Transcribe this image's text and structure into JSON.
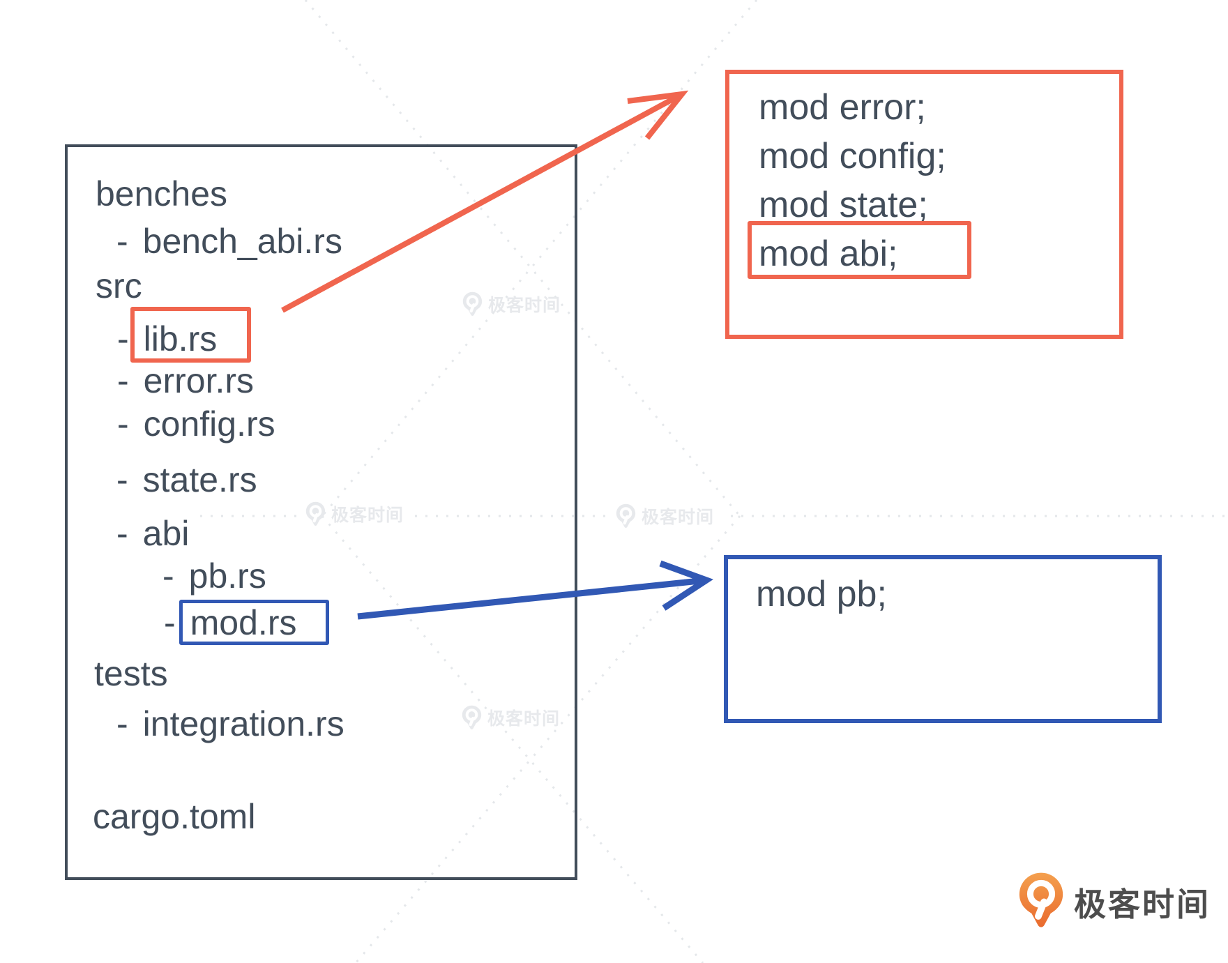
{
  "file_tree": {
    "items": [
      {
        "prefix": "",
        "name": "benches",
        "highlight": null
      },
      {
        "prefix": "-",
        "name": "bench_abi.rs",
        "highlight": null
      },
      {
        "prefix": "",
        "name": "src",
        "highlight": null
      },
      {
        "prefix": "-",
        "name": "lib.rs",
        "highlight": "orange"
      },
      {
        "prefix": "-",
        "name": "error.rs",
        "highlight": null
      },
      {
        "prefix": "-",
        "name": "config.rs",
        "highlight": null
      },
      {
        "prefix": "-",
        "name": "state.rs",
        "highlight": null
      },
      {
        "prefix": "-",
        "name": "abi",
        "highlight": null
      },
      {
        "prefix": "-",
        "name": "pb.rs",
        "highlight": null
      },
      {
        "prefix": "-",
        "name": "mod.rs",
        "highlight": "blue"
      },
      {
        "prefix": "",
        "name": "tests",
        "highlight": null
      },
      {
        "prefix": "-",
        "name": "integration.rs",
        "highlight": null
      },
      {
        "prefix": "",
        "name": "cargo.toml",
        "highlight": null
      }
    ]
  },
  "lib_code_box": {
    "lines": [
      "mod error;",
      "mod config;",
      "mod state;",
      "mod abi;"
    ],
    "highlighted_line": "mod abi;"
  },
  "mod_code_box": {
    "lines": [
      "mod pb;"
    ]
  },
  "watermark": {
    "brand": "极客时间"
  },
  "footer_logo": {
    "brand": "极客时间"
  },
  "colors": {
    "slate": "#424d5a",
    "accent_orange": "#f0654e",
    "accent_blue": "#3158b4",
    "watermark_gray": "#e7e9ec",
    "logo_orange_top": "#f4a04e",
    "logo_orange_bottom": "#e96a2e",
    "logo_text_gray": "#4d4d4d"
  }
}
